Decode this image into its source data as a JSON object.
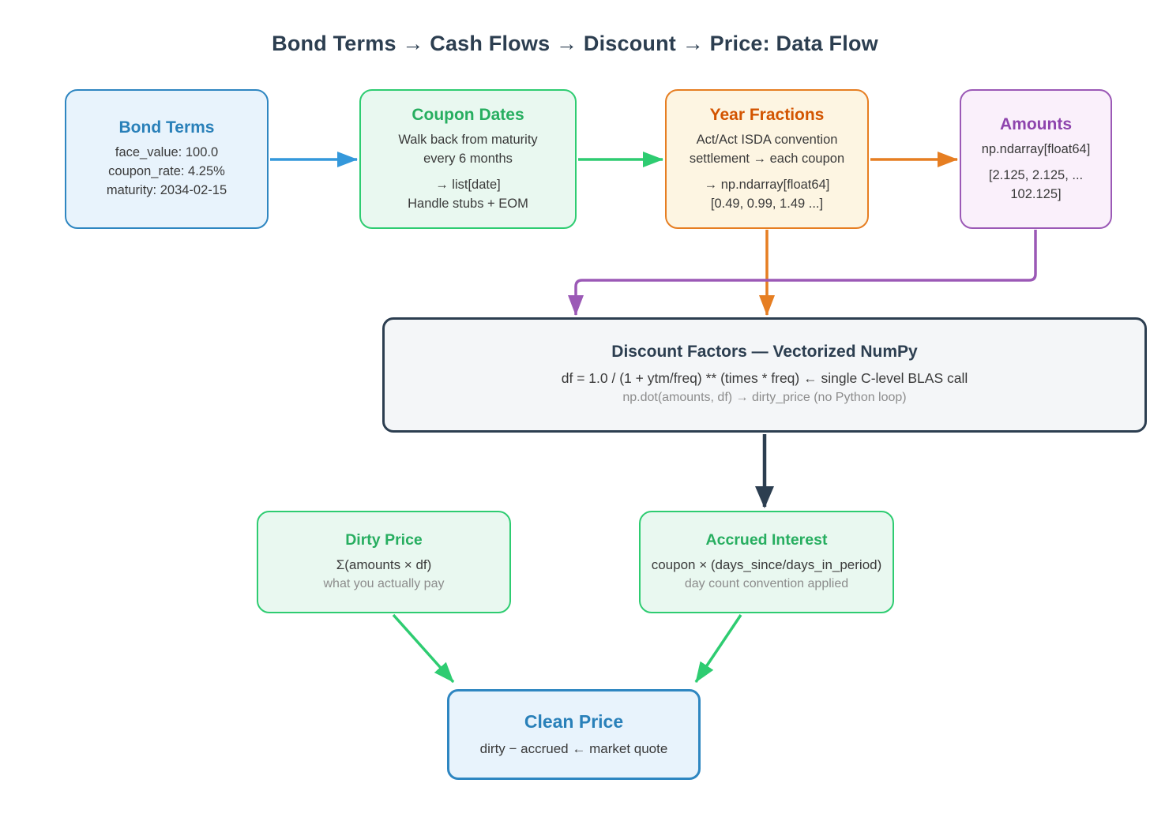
{
  "diagram_title": "Bond Terms → Cash Flows → Discount → Price: Data Flow",
  "colors": {
    "title": "#2c3e50",
    "body": "#3a3a3a",
    "muted": "#8c8c8c",
    "blue": "#3498db",
    "blue-border": "#2e86c1",
    "blue-fill": "#e8f3fc",
    "blue-title": "#2980b9",
    "green": "#2ecc71",
    "green-fill": "#e9f8f0",
    "green-title": "#27ae60",
    "orange": "#e67e22",
    "orange-fill": "#fdf5e2",
    "orange-title": "#d35400",
    "purple": "#9b59b6",
    "purple-fill": "#faf0fb",
    "purple-title": "#8e44ad",
    "dark": "#2c3e50",
    "dark-fill": "#f4f6f8"
  },
  "nodes": {
    "bond_terms": {
      "title": "Bond Terms",
      "line1": "face_value: 100.0",
      "line2": "coupon_rate: 4.25%",
      "line3": "maturity: 2034-02-15"
    },
    "coupon_dates": {
      "title": "Coupon Dates",
      "p1l1": "Walk back from maturity",
      "p1l2": "every 6 months",
      "p2l1": "→ list[date]",
      "p2l2": "Handle stubs + EOM"
    },
    "year_fractions": {
      "title": "Year Fractions",
      "p1l1": "Act/Act ISDA convention",
      "p1l2": "settlement → each coupon",
      "p2l1": "→ np.ndarray[float64]",
      "p2l2": "[0.49, 0.99, 1.49 ...]"
    },
    "amounts": {
      "title": "Amounts",
      "line1": "np.ndarray[float64]",
      "line2": "[2.125, 2.125, ...",
      "line3": "102.125]"
    },
    "discount_factors": {
      "title": "Discount Factors — Vectorized NumPy",
      "formula": "df = 1.0 / (1 + ytm/freq) ** (times * freq) ← single C-level BLAS call",
      "note": "np.dot(amounts, df) → dirty_price (no Python loop)"
    },
    "dirty_price": {
      "title": "Dirty Price",
      "formula": "Σ(amounts × df)",
      "note": "what you actually pay"
    },
    "accrued_interest": {
      "title": "Accrued Interest",
      "formula": "coupon × (days_since/days_in_period)",
      "note": "day count convention applied"
    },
    "clean_price": {
      "title": "Clean Price",
      "formula": "dirty − accrued ← market quote"
    }
  },
  "edges": [
    {
      "from": "bond_terms",
      "to": "coupon_dates",
      "color": "blue"
    },
    {
      "from": "coupon_dates",
      "to": "year_fractions",
      "color": "green"
    },
    {
      "from": "year_fractions",
      "to": "amounts",
      "color": "orange"
    },
    {
      "from": "year_fractions",
      "to": "discount_factors",
      "color": "orange"
    },
    {
      "from": "amounts",
      "to": "discount_factors",
      "color": "purple"
    },
    {
      "from": "discount_factors",
      "to": "accrued_interest",
      "color": "dark"
    },
    {
      "from": "dirty_price",
      "to": "clean_price",
      "color": "green"
    },
    {
      "from": "accrued_interest",
      "to": "clean_price",
      "color": "green"
    }
  ]
}
